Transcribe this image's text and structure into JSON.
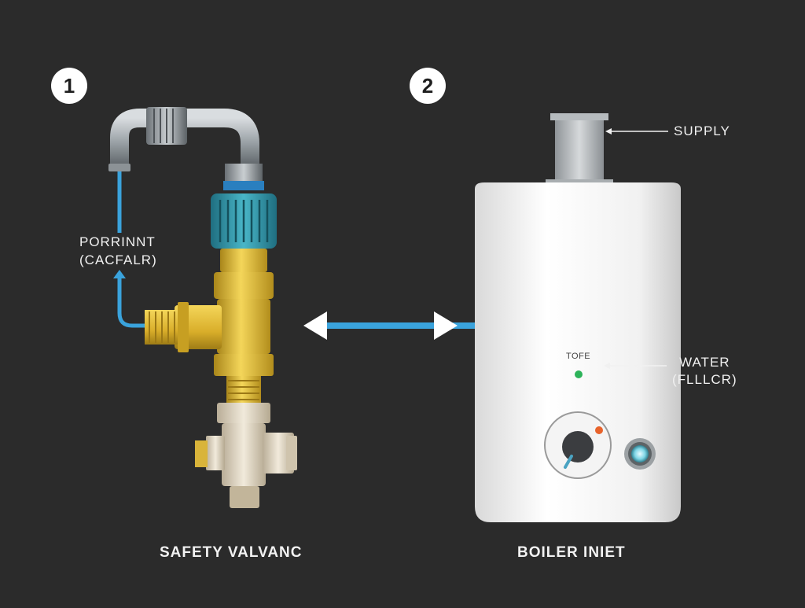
{
  "steps": {
    "first": "1",
    "second": "2"
  },
  "labels": {
    "port_line1": "PORRINNT",
    "port_line2": "(CACFALR)",
    "supply": "SUPPLY",
    "water_line1": "WATER",
    "water_line2": "(FLLLCR)",
    "indicator": "TOFE"
  },
  "captions": {
    "valve": "SAFETY VALVANC",
    "boiler": "BOILER INIET"
  },
  "colors": {
    "background": "#2b2b2b",
    "flow_blue": "#3aa3dc",
    "brass": "#e8c233",
    "teal_nut": "#2e9fb5",
    "boiler_white": "#f2f2f2",
    "indicator_green": "#2db35a",
    "dial_orange": "#e8632b"
  },
  "icons": [
    "elbow-pipe-icon",
    "safety-valve-icon",
    "double-arrow-icon",
    "boiler-icon",
    "dial-knob-icon",
    "sight-glass-icon"
  ]
}
